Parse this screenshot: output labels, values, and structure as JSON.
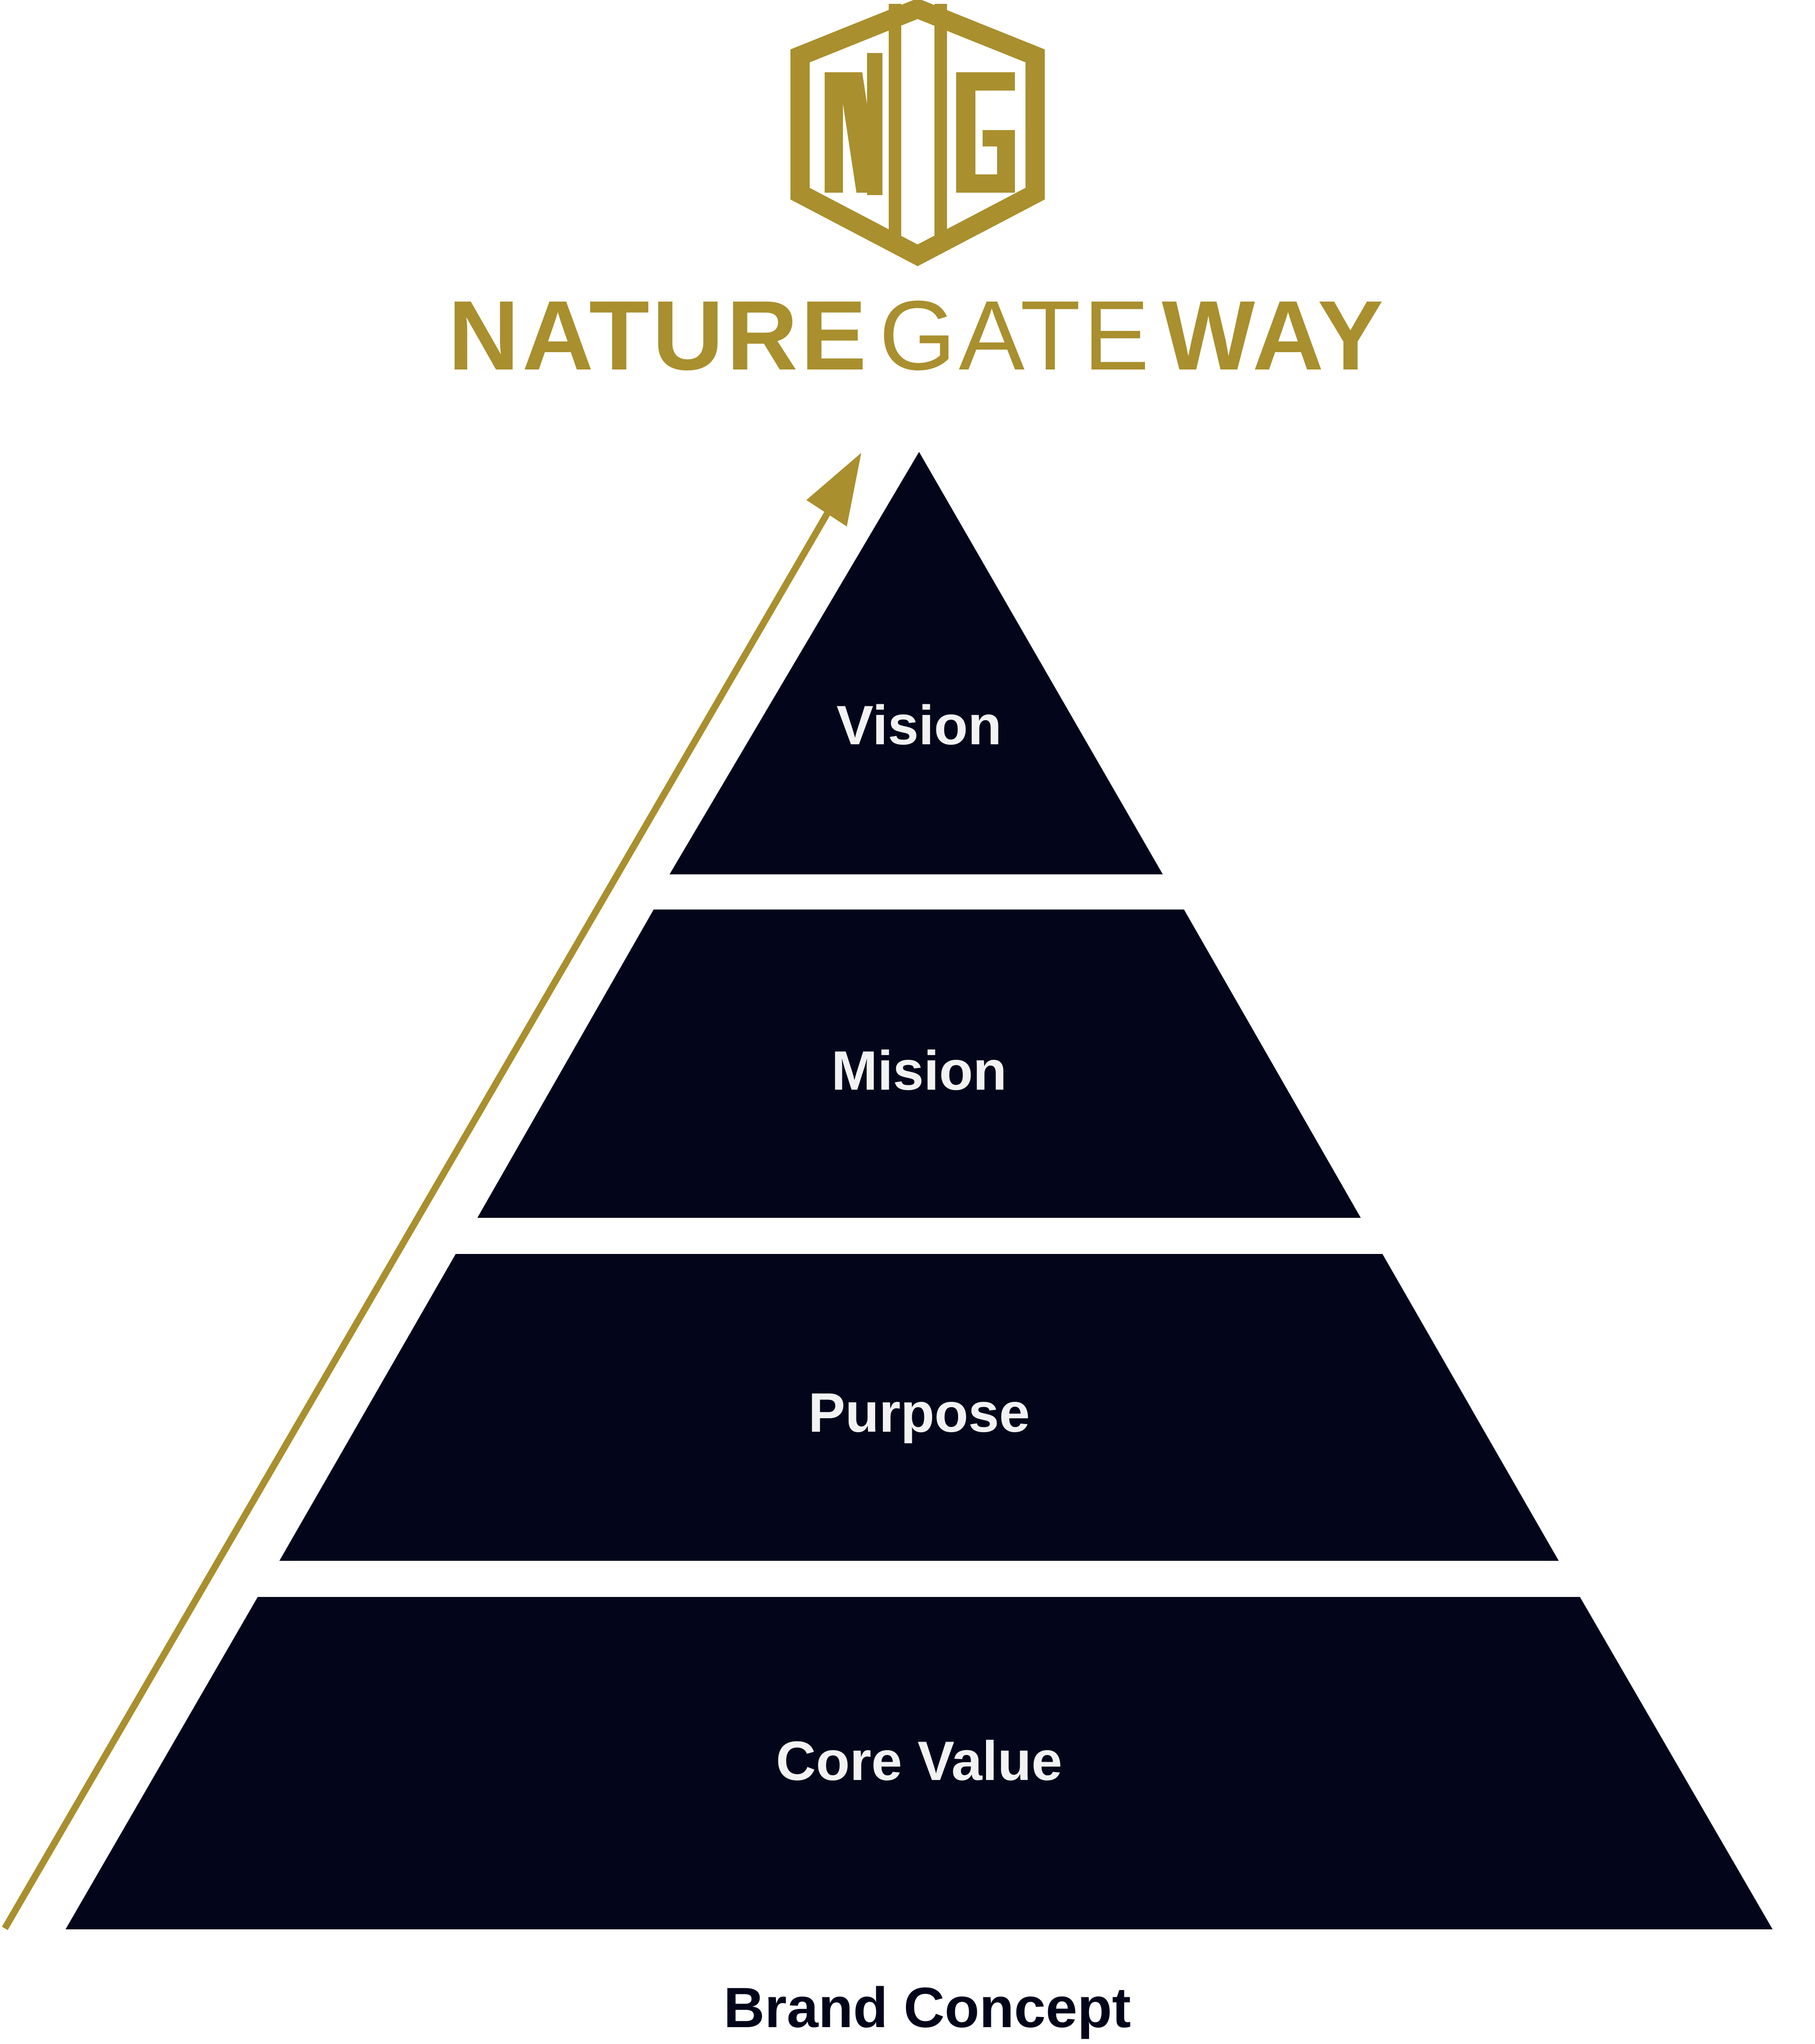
{
  "brand": {
    "monogram": "NG",
    "wordmark": {
      "part1": "NATURE",
      "part2": "GATE",
      "part3": "WAY"
    },
    "gold_color": "#A98F2E",
    "navy_color": "#03061A"
  },
  "pyramid": {
    "tiers": [
      {
        "label": "Vision"
      },
      {
        "label": "Mision"
      },
      {
        "label": "Purpose"
      },
      {
        "label": "Core Value"
      }
    ],
    "label_color": "#F2F2F2",
    "arrow": "up-right-arrow"
  },
  "caption": "Brand Concept"
}
